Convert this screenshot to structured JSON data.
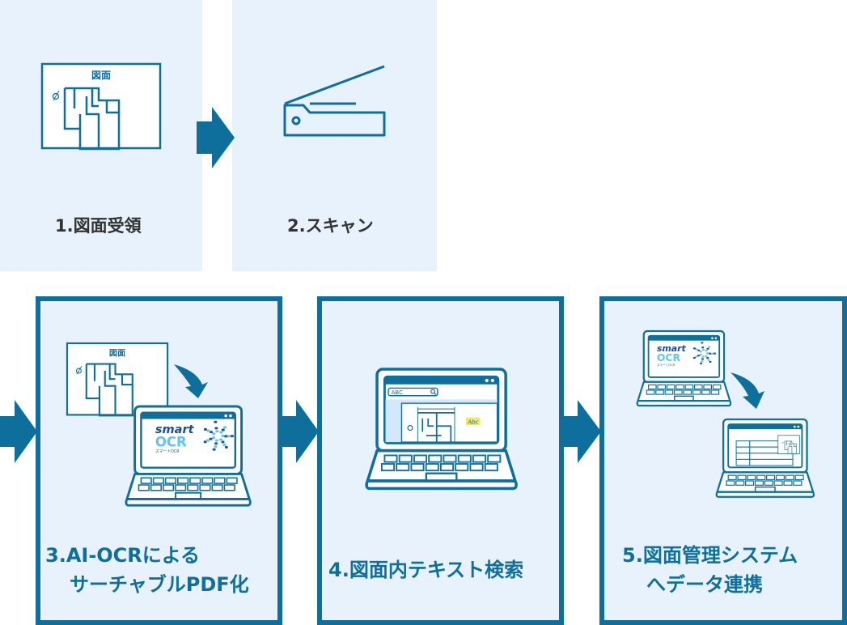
{
  "colors": {
    "accent": "#0f6f9c",
    "panel_bg": "#e8f2fc",
    "label_text": "#333333",
    "logo_dark": "#1b4f9b",
    "logo_light": "#5ec6ee",
    "highlight": "#f7e66b"
  },
  "steps": [
    {
      "label": "1.図面受領",
      "icon": "floor-plan-drawing-icon",
      "drawing_title": "図面"
    },
    {
      "label": "2.スキャン",
      "icon": "scanner-icon"
    },
    {
      "label_lines": [
        "3.AI-OCRによる",
        "サーチャブルPDF化"
      ],
      "icon": "drawing-to-laptop-ocr-icon",
      "drawing_title": "図面",
      "logo": {
        "word1": "smart",
        "word2": "OCR",
        "sub": "スマートOCR"
      }
    },
    {
      "label": "4.図面内テキスト検索",
      "icon": "laptop-search-icon",
      "search_value": "ABC",
      "highlight_text": "Abc"
    },
    {
      "label_lines": [
        "5.図面管理システム",
        "へデータ連携"
      ],
      "icon": "laptop-to-laptop-data-icon",
      "logo": {
        "word1": "smart",
        "word2": "OCR",
        "sub": "スマートOCR"
      }
    }
  ],
  "arrows": [
    "arrow-right-icon",
    "arrow-right-icon",
    "arrow-right-icon",
    "arrow-right-icon",
    "arrow-right-icon"
  ]
}
